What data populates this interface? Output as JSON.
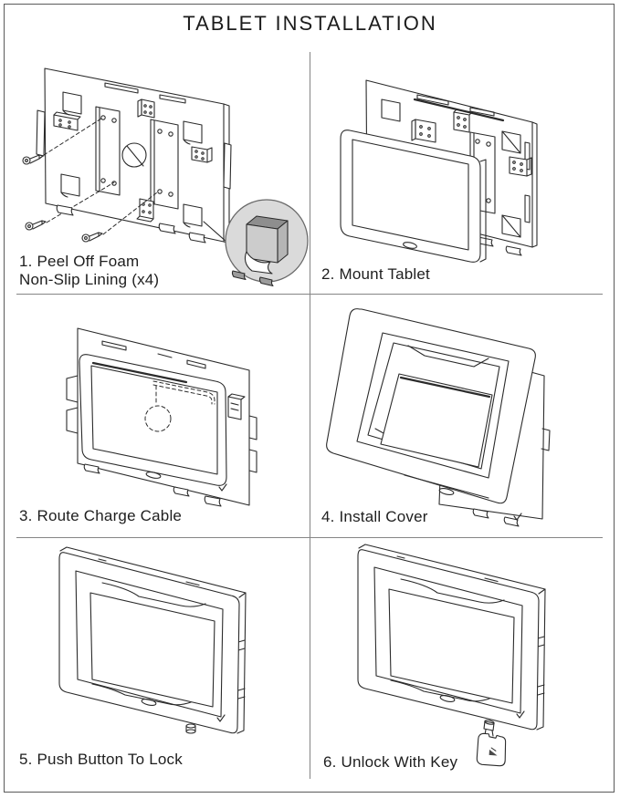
{
  "title": "TABLET INSTALLATION",
  "panels": [
    {
      "step": 1,
      "lines": [
        "1. Peel Off Foam",
        "Non-Slip Lining (x4)"
      ],
      "illustration": "backplate-with-foam-pads-screws-and-peel-detail"
    },
    {
      "step": 2,
      "lines": [
        "2. Mount Tablet"
      ],
      "illustration": "tablet-placed-onto-backplate"
    },
    {
      "step": 3,
      "lines": [
        "3. Route Charge Cable"
      ],
      "illustration": "mounted-tablet-with-dashed-cable-route"
    },
    {
      "step": 4,
      "lines": [
        "4. Install Cover"
      ],
      "illustration": "front-cover-tilted-over-enclosure"
    },
    {
      "step": 5,
      "lines": [
        "5. Push Button To Lock"
      ],
      "illustration": "closed-enclosure-with-lock-button"
    },
    {
      "step": 6,
      "lines": [
        "6. Unlock With Key"
      ],
      "illustration": "closed-enclosure-with-key-inserted"
    }
  ],
  "colors": {
    "line": "#2b2b2b",
    "divider": "#858585",
    "page_border": "#5a5a5a",
    "text": "#1e1e1e",
    "magnifier_fill": "#dadada",
    "foam_top": "#8e8e8e",
    "foam_side": "#b5b5b5",
    "foam_front": "#cccccc"
  }
}
